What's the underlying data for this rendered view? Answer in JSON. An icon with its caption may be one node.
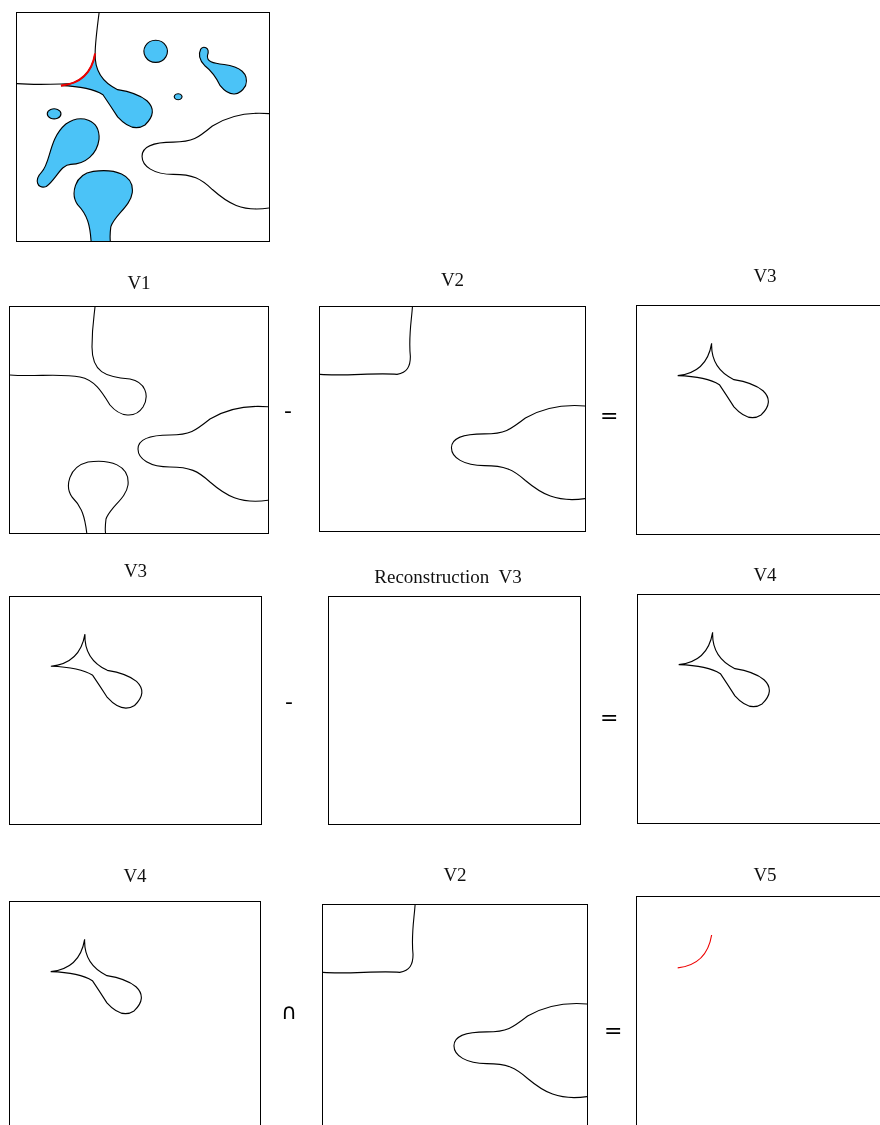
{
  "diagram": {
    "nodes": [
      {
        "text": [],
        "shape": "picture"
      },
      {
        "text": [
          "V1"
        ]
      },
      {
        "text": [
          "V2"
        ]
      },
      {
        "text": [
          "V3"
        ]
      },
      {
        "text": [
          "V3"
        ]
      },
      {
        "text": [
          "Reconstruction  V3"
        ]
      },
      {
        "text": [
          "V4"
        ]
      },
      {
        "text": [
          "V4"
        ]
      },
      {
        "text": [
          "V2"
        ]
      },
      {
        "text": [
          "V5"
        ]
      }
    ],
    "labels": [
      "-",
      "=",
      "-",
      "=",
      "∩",
      "="
    ]
  }
}
